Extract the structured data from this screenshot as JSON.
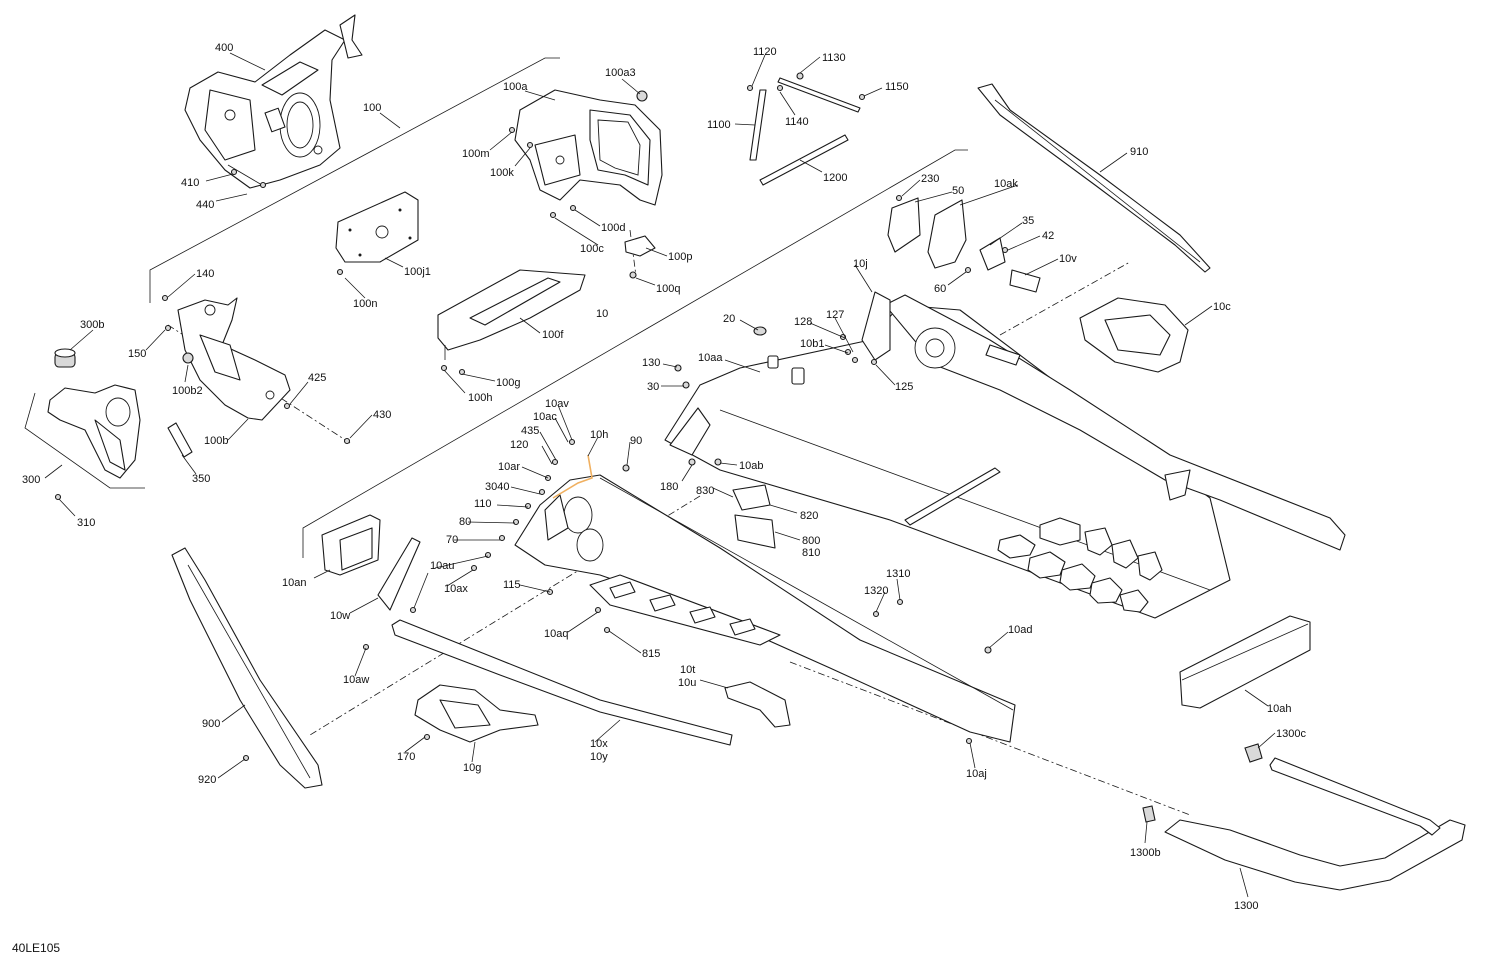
{
  "figure_code": "40LE105",
  "callouts": [
    "400",
    "100",
    "100a3",
    "100a",
    "100m",
    "100k",
    "100d",
    "100c",
    "100p",
    "100q",
    "410",
    "440",
    "100j1",
    "100n",
    "1120",
    "1130",
    "1150",
    "1140",
    "1100",
    "1200",
    "910",
    "230",
    "50",
    "10ak",
    "35",
    "42",
    "10v",
    "60",
    "10c",
    "140",
    "150",
    "300b",
    "100b2",
    "425",
    "430",
    "100b",
    "300",
    "350",
    "310",
    "100f",
    "10",
    "100g",
    "100h",
    "20",
    "128",
    "127",
    "10j",
    "10b1",
    "125",
    "130",
    "10aa",
    "30",
    "10av",
    "10ac",
    "435",
    "10h",
    "120",
    "90",
    "10ar",
    "10ab",
    "180",
    "830",
    "3040",
    "110",
    "820",
    "80",
    "800",
    "810",
    "70",
    "10an",
    "10au",
    "10ax",
    "10w",
    "115",
    "10aq",
    "815",
    "1320",
    "1310",
    "10ad",
    "10aw",
    "10t",
    "10u",
    "900",
    "170",
    "10g",
    "10x",
    "10y",
    "10aj",
    "10ah",
    "1300c",
    "920",
    "1300b",
    "1300"
  ]
}
